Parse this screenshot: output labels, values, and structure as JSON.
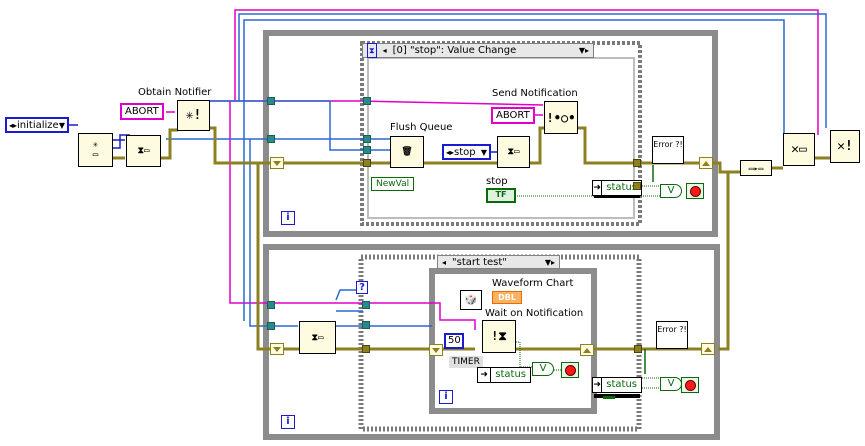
{
  "init_enum": "initialize",
  "obtain_notifier_label": "Obtain Notifier",
  "abort_const_1": "ABORT",
  "abort_const_2": "ABORT",
  "send_notification_label": "Send Notification",
  "flush_queue_label": "Flush Queue",
  "stop_enum": "stop",
  "event_case_header": "[0] \"stop\": Value Change",
  "newval_label": "NewVal",
  "stop_label": "stop",
  "stop_tf": "TF",
  "status_label_1": "status",
  "status_label_2": "status",
  "status_label_3": "status",
  "case_selector": "\"start test\"",
  "waveform_chart_label": "Waveform Chart",
  "dbl_label": "DBL",
  "wait_on_notification_label": "Wait on Notification",
  "wait_const": "50",
  "timer_label": "TIMER",
  "or_label": "V",
  "error_bubble": "Error ?!",
  "iteration_glyph": "i",
  "query_glyph": "?",
  "colors": {
    "notifier_ref": "#e000c8",
    "queue_ref": "#2a8a8a",
    "error_cluster": "#8c8020",
    "enum": "#1a1ad0",
    "boolean": "#0a6a0a",
    "loop_border": "#8c8c8c"
  }
}
